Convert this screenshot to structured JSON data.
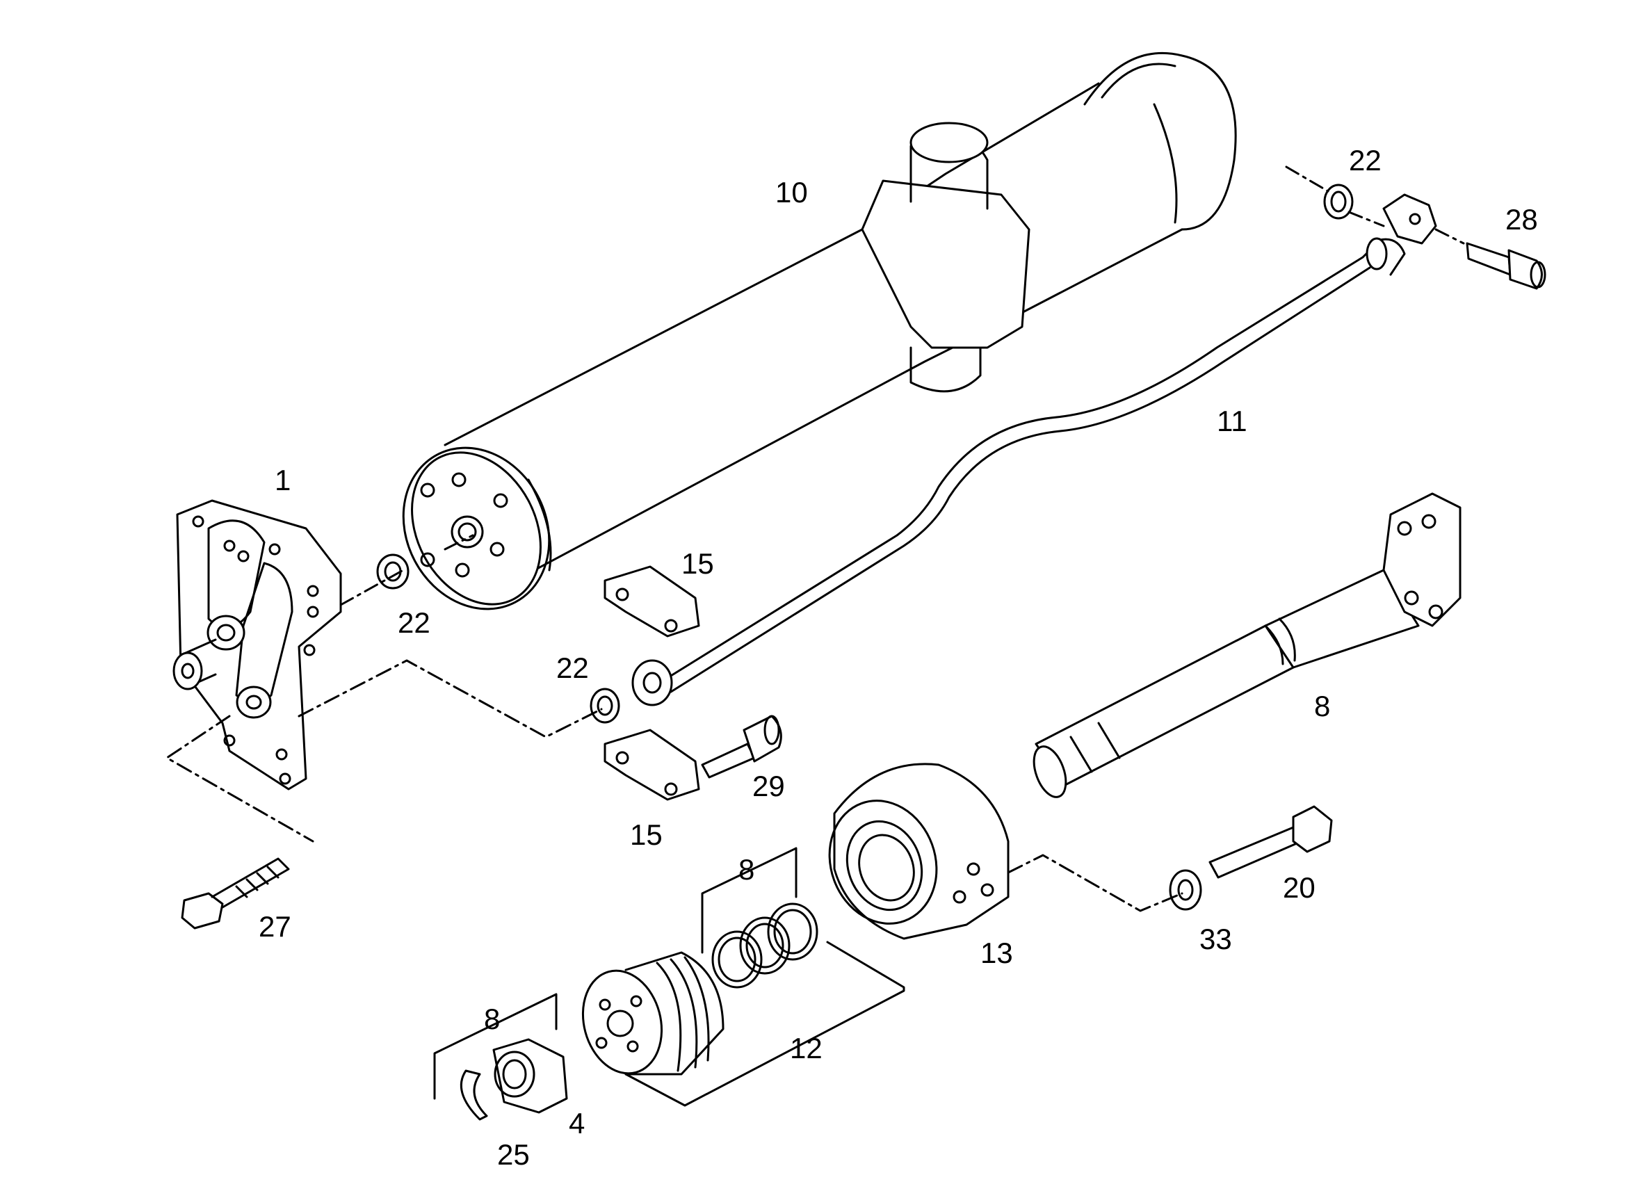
{
  "diagram": {
    "line_color": "#000000",
    "background": "#ffffff",
    "callouts": [
      {
        "id": "c1",
        "text": "1"
      },
      {
        "id": "c10",
        "text": "10"
      },
      {
        "id": "c22a",
        "text": "22"
      },
      {
        "id": "c28",
        "text": "28"
      },
      {
        "id": "c11",
        "text": "11"
      },
      {
        "id": "c22b",
        "text": "22"
      },
      {
        "id": "c15a",
        "text": "15"
      },
      {
        "id": "c22c",
        "text": "22"
      },
      {
        "id": "c8a",
        "text": "8"
      },
      {
        "id": "c29",
        "text": "29"
      },
      {
        "id": "c15b",
        "text": "15"
      },
      {
        "id": "c8b",
        "text": "8"
      },
      {
        "id": "c20",
        "text": "20"
      },
      {
        "id": "c27",
        "text": "27"
      },
      {
        "id": "c13",
        "text": "13"
      },
      {
        "id": "c33",
        "text": "33"
      },
      {
        "id": "c8c",
        "text": "8"
      },
      {
        "id": "c12",
        "text": "12"
      },
      {
        "id": "c4",
        "text": "4"
      },
      {
        "id": "c25",
        "text": "25"
      }
    ]
  }
}
